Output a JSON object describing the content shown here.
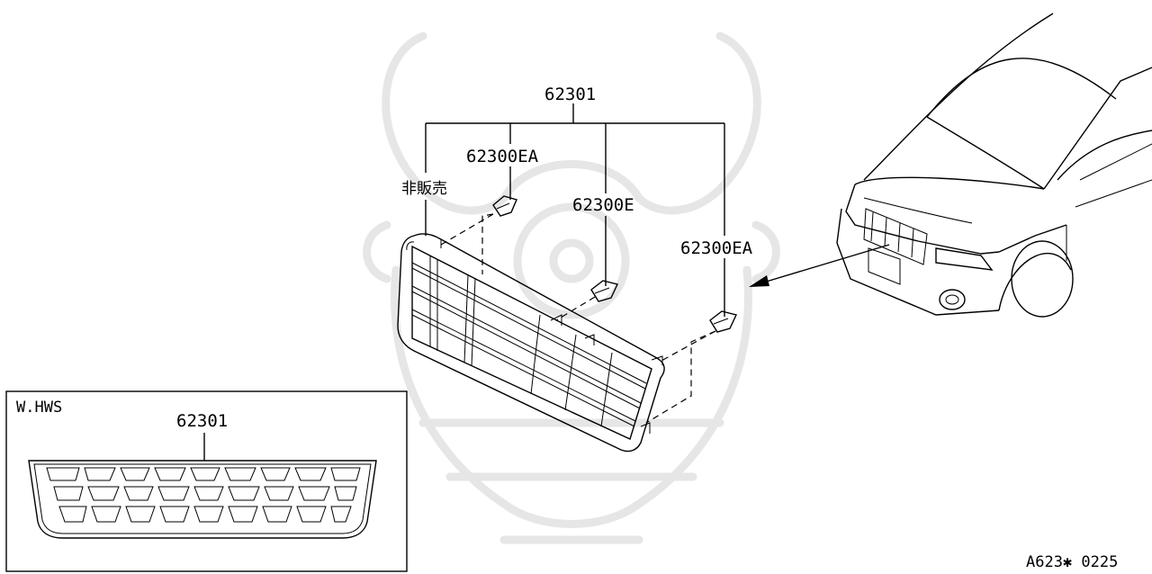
{
  "labels": {
    "grille_assembly": "62301",
    "emblem_left": "62300EA",
    "emblem_center": "62300E",
    "emblem_right": "62300EA",
    "not_for_sale": "非販売",
    "inset_title": "W.HWS",
    "inset_part": "62301",
    "figure_code": "A623✱ 0225"
  },
  "icons": {
    "watermark": "samurai-helmet-watermark-icon",
    "clip": "retainer-clip-icon"
  },
  "colors": {
    "line": "#000000",
    "background": "#ffffff",
    "watermark": "#e6e6e6"
  }
}
